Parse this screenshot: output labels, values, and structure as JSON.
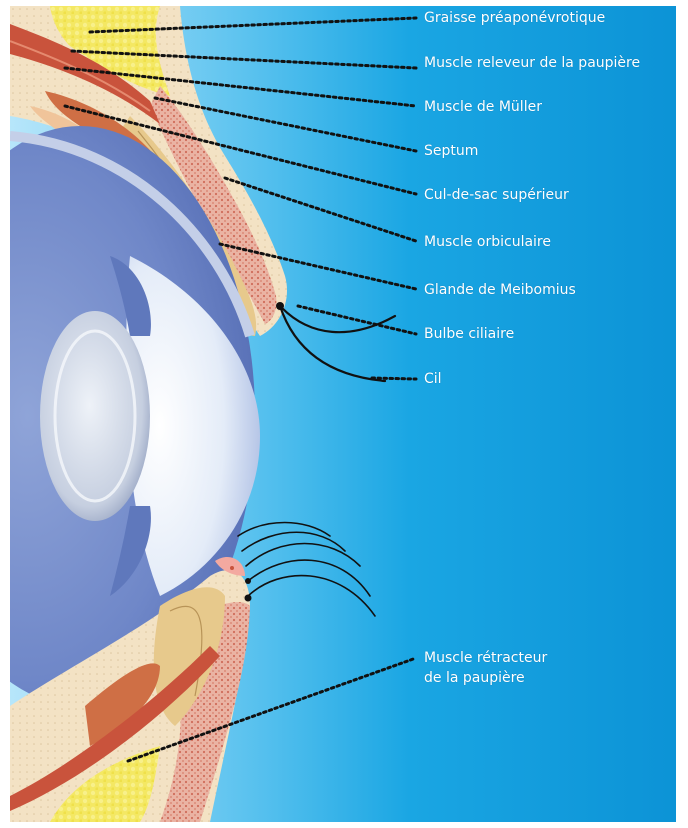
{
  "colors": {
    "background_light": "#7fd3f5",
    "background_mid": "#19a7e4",
    "background_deep": "#0b8fd2",
    "skin": "#f4e3c6",
    "muscle": "#c9533c",
    "fat": "#f3e75a",
    "orbicularis": "#e9a391",
    "tarsus": "#e7c98c",
    "eyeball": "#6f87c8",
    "cornea": "#dfe8f6",
    "lens": "#cfd7e6",
    "leader_lines": "#111111",
    "lashes": "#111111"
  },
  "labels": [
    {
      "id": "graisse",
      "text": "Graisse préaponévrotique"
    },
    {
      "id": "releveur",
      "text": "Muscle releveur de la paupière"
    },
    {
      "id": "muller",
      "text": "Muscle de Müller"
    },
    {
      "id": "septum",
      "text": "Septum"
    },
    {
      "id": "culdesac",
      "text": "Cul-de-sac supérieur"
    },
    {
      "id": "orbiculaire",
      "text": "Muscle orbiculaire"
    },
    {
      "id": "meibomius",
      "text": "Glande de Meibomius"
    },
    {
      "id": "bulbe",
      "text": "Bulbe ciliaire"
    },
    {
      "id": "cil",
      "text": "Cil"
    },
    {
      "id": "retracteur1",
      "text": "Muscle rétracteur"
    },
    {
      "id": "retracteur2",
      "text": "de la paupière"
    }
  ]
}
